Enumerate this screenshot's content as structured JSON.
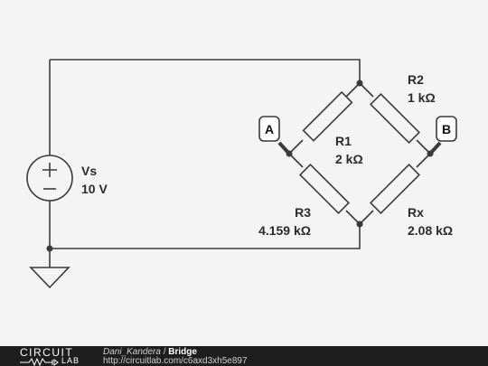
{
  "source": {
    "label": "Vs",
    "value": "10 V"
  },
  "resistors": {
    "r1": {
      "label": "R1",
      "value": "2 kΩ"
    },
    "r2": {
      "label": "R2",
      "value": "1 kΩ"
    },
    "r3": {
      "label": "R3",
      "value": "4.159 kΩ"
    },
    "rx": {
      "label": "Rx",
      "value": "2.08 kΩ"
    }
  },
  "probes": {
    "a": "A",
    "b": "B"
  },
  "footer": {
    "logo_top": "CIRCUIT",
    "logo_bottom": "LAB",
    "author": "Dani_Kandera",
    "separator": " / ",
    "title": "Bridge",
    "url": "http://circuitlab.com/c6axd3xh5e897"
  },
  "colors": {
    "wire": "#3a3a3a",
    "background": "#f4f4f4",
    "probe_fill": "#ffffff",
    "footer": "#1e1e1e"
  }
}
